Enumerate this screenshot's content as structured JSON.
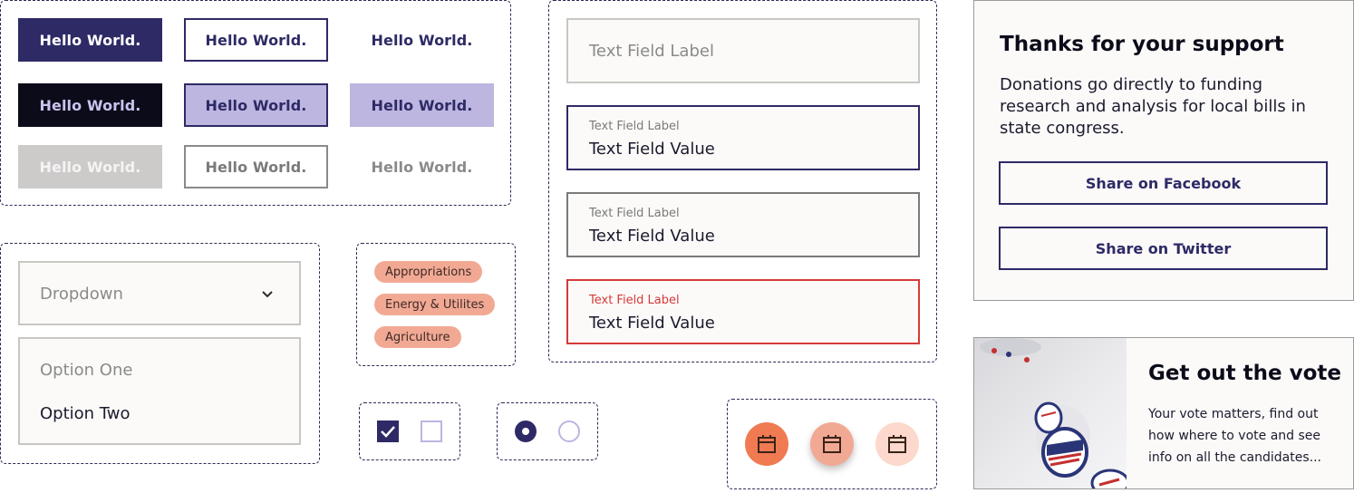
{
  "buttons": {
    "label": "Hello World."
  },
  "text_fields": {
    "label": "Text Field Label",
    "value": "Text Field Value",
    "placeholder": "Text Field Label"
  },
  "dropdown": {
    "placeholder": "Dropdown",
    "options": [
      "Option One",
      "Option Two"
    ]
  },
  "chips": [
    "Appropriations",
    "Energy & Utilites",
    "Agriculture"
  ],
  "support_card": {
    "title": "Thanks for your support",
    "body": "Donations go directly to funding research and analysis for local bills in state congress.",
    "facebook_label": "Share on Facebook",
    "twitter_label": "Share on Twitter"
  },
  "vote_card": {
    "title": "Get out the vote",
    "body": "Your vote matters, find out how where to vote and see info on all the candidates..."
  },
  "colors": {
    "primary": "#2e2a66",
    "lavender": "#bcb6e0",
    "error": "#d63a3a",
    "chip": "#f2a994",
    "orange": "#f07a52"
  }
}
